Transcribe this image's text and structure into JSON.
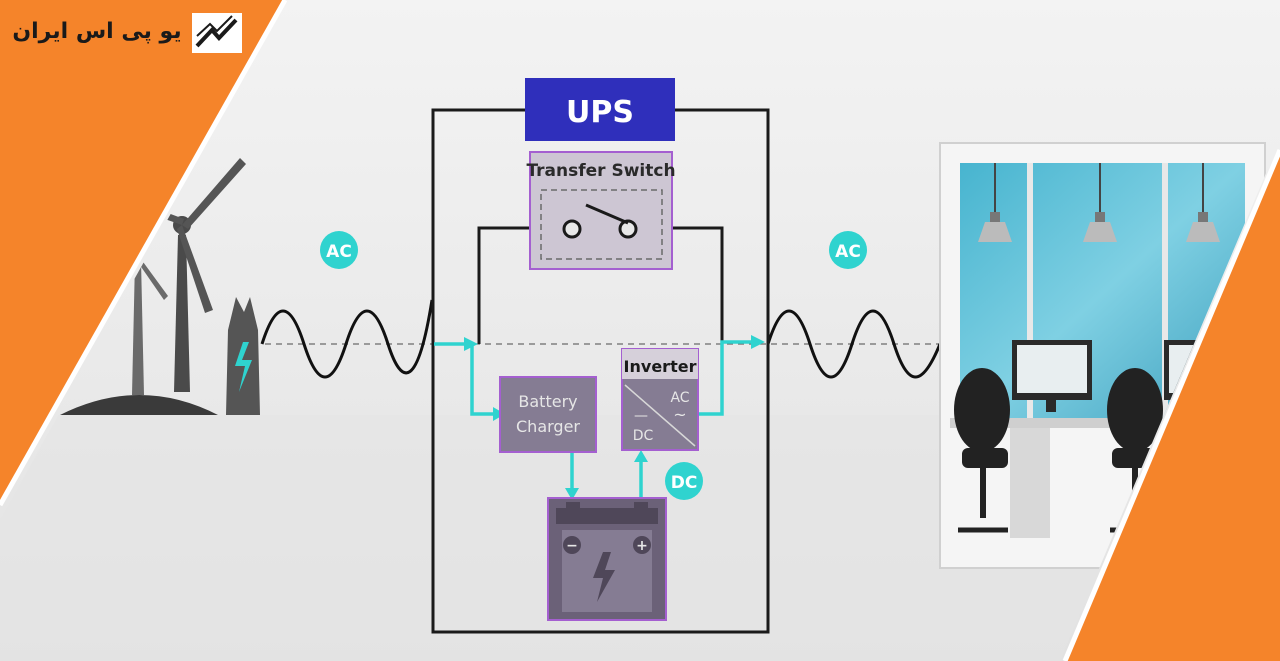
{
  "brand": {
    "logo_text": "یو پی اس ایران",
    "accent_color": "#F5842A"
  },
  "diagram": {
    "ups_title": "UPS",
    "transfer_switch_label": "Transfer Switch",
    "battery_charger_label": [
      "Battery",
      "Charger"
    ],
    "inverter_label": "Inverter",
    "inverter_ac": "AC",
    "inverter_dc": "DC",
    "inverter_ac_symbol": "~",
    "inverter_dc_symbol": "—",
    "ac_badge_left": "AC",
    "ac_badge_right": "AC",
    "dc_badge": "DC",
    "battery_minus": "−",
    "battery_plus": "+"
  },
  "colors": {
    "ups_header": "#2f2fbb",
    "teal": "#2fd3cf",
    "purple_border": "#a45fd0",
    "box_fill": "#857c93",
    "battery_fill": "#6b6178",
    "office_blue": "#3fa9c6"
  }
}
